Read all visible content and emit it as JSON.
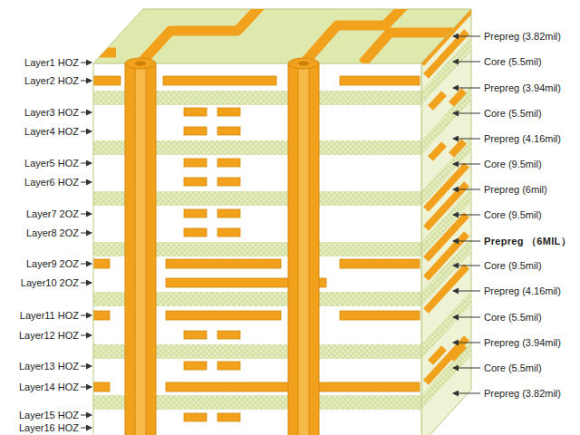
{
  "diagram": {
    "labels": [
      "Layer1 HOZ",
      "Layer2 HOZ",
      "Layer3 HOZ",
      "Layer4 HOZ",
      "Layer5 HOZ",
      "Layer6 HOZ",
      "Layer7 2OZ",
      "Layer8 2OZ",
      "Layer9 2OZ",
      "Layer10 2OZ",
      "Layer11 HOZ",
      "Layer12 HOZ",
      "Layer13 HOZ",
      "Layer14 HOZ",
      "Layer15 HOZ",
      "Layer16 HOZ",
      "Prepreg (3.82mil)",
      "Core (5.5mil)",
      "Prepreg (3.94mil)",
      "Core (5.5mil)",
      "Prepreg (4.16mil)",
      "Core (9.5mil)",
      "Prepreg (6mil)",
      "Core (9.5mil)",
      "Prepreg （6MIL）",
      "Core (9.5mil)",
      "Prepreg (4.16mil)",
      "Core (5.5mil)",
      "Prepreg (3.94mil)",
      "Core (5.5mil)",
      "Prepreg (3.82mil)"
    ]
  }
}
